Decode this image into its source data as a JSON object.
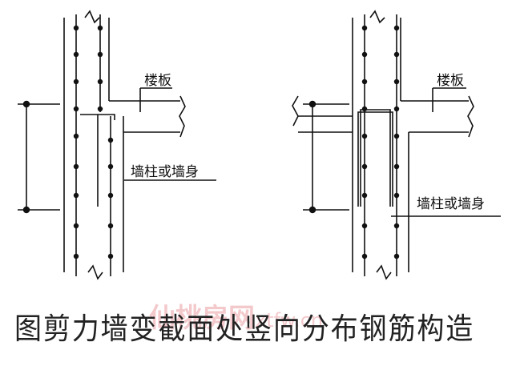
{
  "caption": "图剪力墙变截面处竖向分布钢筋构造",
  "watermark": {
    "cn": "仙桃房网",
    "url": "xtfw.cn"
  },
  "left_detail": {
    "slab_label": "楼板",
    "wall_label": "墙柱或墙身"
  },
  "right_detail": {
    "slab_label": "楼板",
    "wall_label": "墙柱或墙身"
  },
  "colors": {
    "line": "#111111",
    "watermark": "#f0b8bb"
  }
}
